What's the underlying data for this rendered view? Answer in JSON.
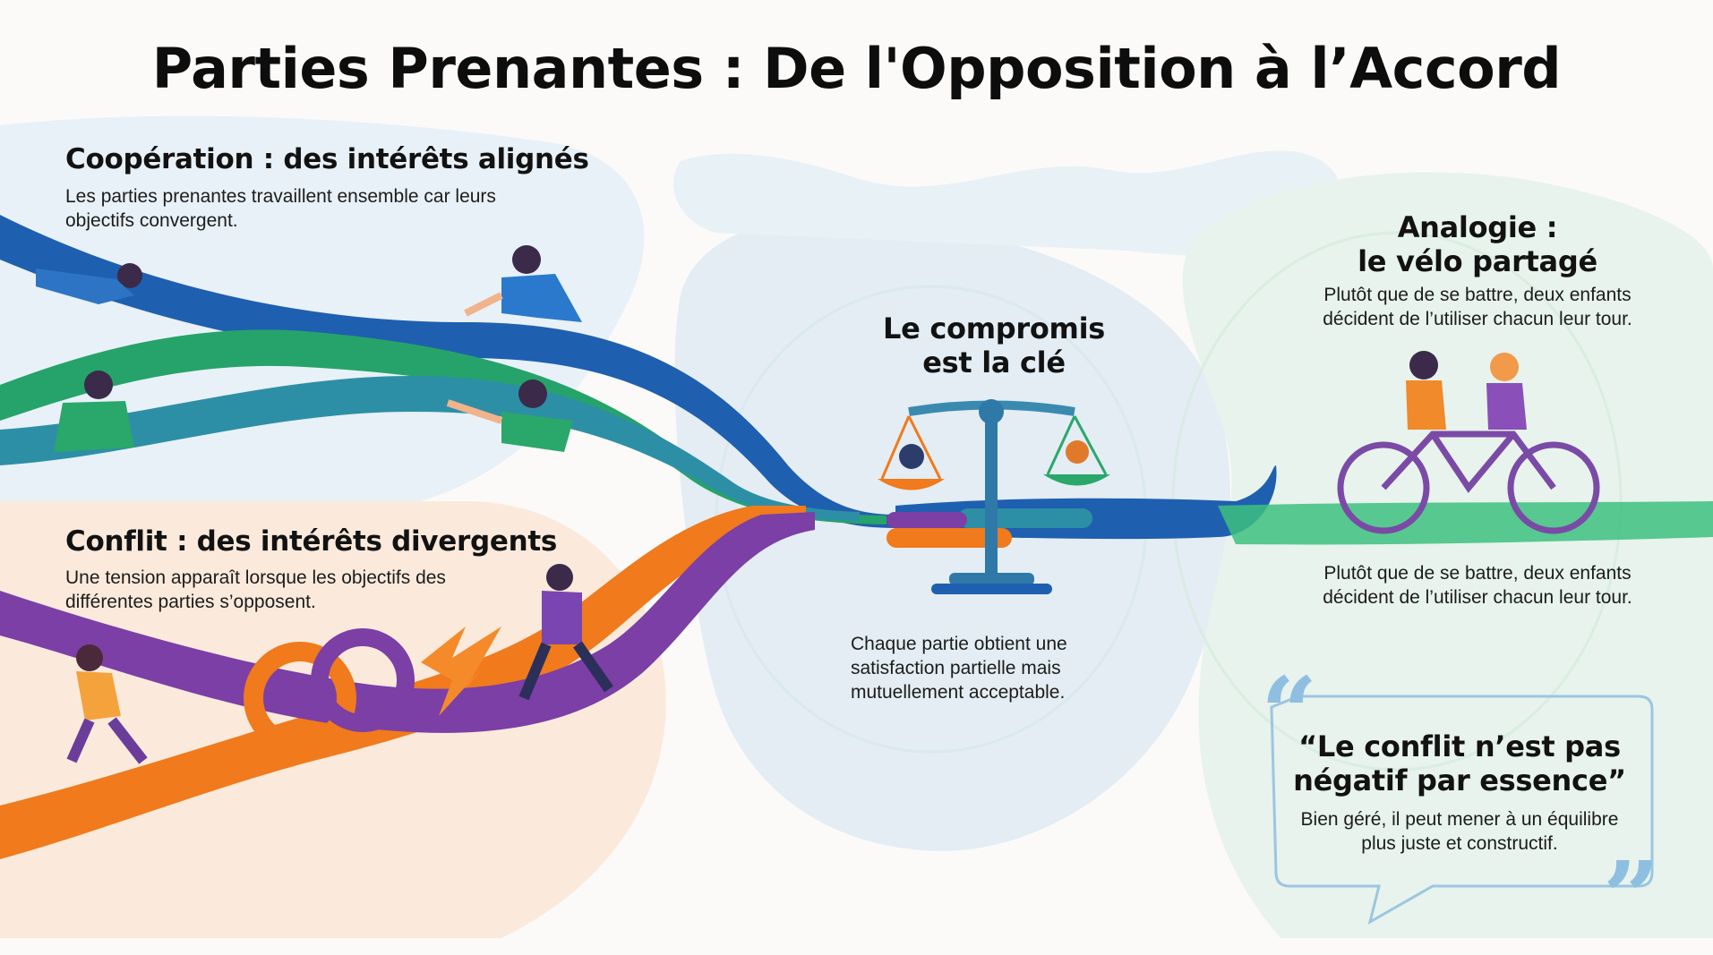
{
  "title": "Parties Prenantes : De l'Opposition à l’Accord",
  "cooperation": {
    "heading": "Coopération : des intérêts alignés",
    "body": "Les parties prenantes travaillent ensemble car leurs objectifs convergent."
  },
  "conflict": {
    "heading": "Conflit : des intérêts divergents",
    "body": "Une tension apparaît lorsque les objectifs des différentes parties s’opposent."
  },
  "compromise": {
    "heading_line1": "Le compromis",
    "heading_line2": "est la clé",
    "body": "Chaque partie obtient une satisfaction partielle mais mutuellement acceptable."
  },
  "analogy": {
    "heading_line1": "Analogie :",
    "heading_line2": "le vélo partagé",
    "body": "Plutôt que de se battre, deux enfants décident de l’utiliser chacun leur tour.",
    "body_repeat": "Plutôt que de se battre, deux enfants décident de l’utiliser chacun leur tour."
  },
  "quote": {
    "open_mark": "“",
    "close_mark": "”",
    "heading_line1": "“Le conflit n’est pas",
    "heading_line2": "négatif par essence”",
    "body": "Bien géré, il peut mener à un équilibre plus juste et constructif."
  },
  "colors": {
    "blue": "#1f5fb0",
    "green": "#27a56b",
    "teal": "#2a8f9c",
    "orange": "#f07a1c",
    "purple": "#7b3fa6",
    "coop_bg": "#e6f0f8",
    "conflict_bg": "#fbe9d9",
    "center_bg": "#e4eef3",
    "right_bg": "#e6f3ec"
  }
}
